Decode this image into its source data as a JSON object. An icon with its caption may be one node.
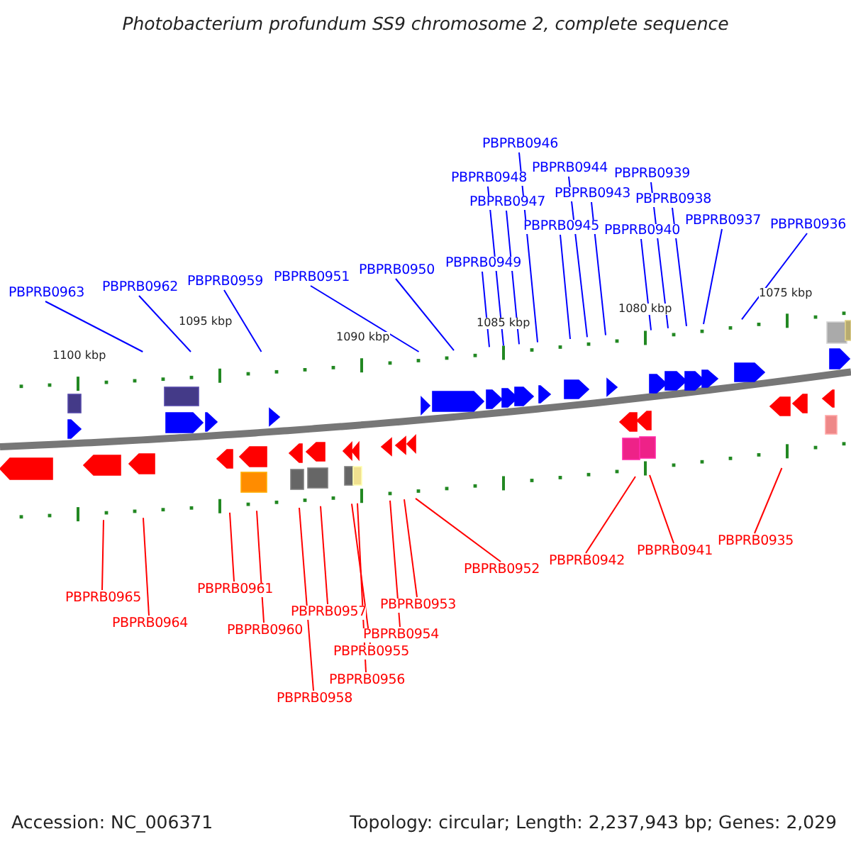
{
  "diagram": {
    "title": "Photobacterium profundum SS9 chromosome 2, complete sequence",
    "nodes": [
      {
        "text": [
          "PBPRB0946"
        ]
      },
      {
        "text": [
          "PBPRB0944"
        ]
      },
      {
        "text": [
          "PBPRB0939"
        ]
      },
      {
        "text": [
          "PBPRB0948"
        ]
      },
      {
        "text": [
          "PBPRB0943"
        ]
      },
      {
        "text": [
          "PBPRB0938"
        ]
      },
      {
        "text": [
          "PBPRB0947"
        ]
      },
      {
        "text": [
          "PBPRB0937"
        ]
      },
      {
        "text": [
          "PBPRB0936"
        ]
      },
      {
        "text": [
          "PBPRB0945"
        ]
      },
      {
        "text": [
          "PBPRB0940"
        ]
      },
      {
        "text": [
          "PBPRB0949"
        ]
      },
      {
        "text": [
          "PBPRB0950"
        ]
      },
      {
        "text": [
          "PBPRB0951"
        ]
      },
      {
        "text": [
          "PBPRB0959"
        ]
      },
      {
        "text": [
          "PBPRB0962"
        ]
      },
      {
        "text": [
          "PBPRB0963"
        ]
      },
      {
        "text": [
          "PBPRB0935"
        ]
      },
      {
        "text": [
          "PBPRB0941"
        ]
      },
      {
        "text": [
          "PBPRB0942"
        ]
      },
      {
        "text": [
          "PBPRB0952"
        ]
      },
      {
        "text": [
          "PBPRB0961"
        ]
      },
      {
        "text": [
          "PBPRB0965"
        ]
      },
      {
        "text": [
          "PBPRB0953"
        ]
      },
      {
        "text": [
          "PBPRB0957"
        ]
      },
      {
        "text": [
          "PBPRB0964"
        ]
      },
      {
        "text": [
          "PBPRB0960"
        ]
      },
      {
        "text": [
          "PBPRB0954"
        ]
      },
      {
        "text": [
          "PBPRB0955"
        ]
      },
      {
        "text": [
          "PBPRB0956"
        ]
      },
      {
        "text": [
          "PBPRB0958"
        ]
      }
    ],
    "edges": [
      {
        "from": 0,
        "to": null,
        "arrow": "none"
      },
      {
        "from": 1,
        "to": null,
        "arrow": "none"
      },
      {
        "from": 2,
        "to": null,
        "arrow": "none"
      },
      {
        "from": 3,
        "to": null,
        "arrow": "none"
      },
      {
        "from": 4,
        "to": null,
        "arrow": "none"
      },
      {
        "from": 5,
        "to": null,
        "arrow": "none"
      },
      {
        "from": 6,
        "to": null,
        "arrow": "none"
      },
      {
        "from": 7,
        "to": null,
        "arrow": "none"
      },
      {
        "from": 8,
        "to": null,
        "arrow": "none"
      },
      {
        "from": 9,
        "to": null,
        "arrow": "none"
      },
      {
        "from": 10,
        "to": null,
        "arrow": "none"
      },
      {
        "from": 11,
        "to": null,
        "arrow": "none"
      },
      {
        "from": 12,
        "to": null,
        "arrow": "none"
      },
      {
        "from": 13,
        "to": null,
        "arrow": "none"
      },
      {
        "from": 14,
        "to": null,
        "arrow": "none"
      },
      {
        "from": 15,
        "to": null,
        "arrow": "none"
      },
      {
        "from": 16,
        "to": null,
        "arrow": "none"
      },
      {
        "from": 17,
        "to": null,
        "arrow": "none",
        "color": "#ff0000"
      },
      {
        "from": 18,
        "to": null,
        "arrow": "none",
        "color": "#ff0000"
      },
      {
        "from": 19,
        "to": null,
        "arrow": "none",
        "color": "#ff0000"
      },
      {
        "from": 20,
        "to": null,
        "arrow": "none",
        "color": "#ff0000"
      },
      {
        "from": 21,
        "to": null,
        "arrow": "none",
        "color": "#ff0000"
      },
      {
        "from": 22,
        "to": null,
        "arrow": "none",
        "color": "#ff0000"
      },
      {
        "from": 23,
        "to": null,
        "arrow": "none",
        "color": "#ff0000"
      },
      {
        "from": 24,
        "to": null,
        "arrow": "none",
        "color": "#ff0000"
      },
      {
        "from": 25,
        "to": null,
        "arrow": "none",
        "color": "#ff0000"
      },
      {
        "from": 26,
        "to": null,
        "arrow": "none",
        "color": "#ff0000"
      },
      {
        "from": 27,
        "to": null,
        "arrow": "none",
        "color": "#ff0000"
      },
      {
        "from": 28,
        "to": null,
        "arrow": "none",
        "color": "#ff0000"
      },
      {
        "from": 29,
        "to": null,
        "arrow": "none",
        "color": "#ff0000"
      },
      {
        "from": 30,
        "to": null,
        "arrow": "none",
        "color": "#ff0000"
      }
    ],
    "labels": [
      "1075 kbp",
      "1080 kbp",
      "1085 kbp",
      "1090 kbp",
      "1095 kbp",
      "1100 kbp",
      "Accession: NC_006371",
      "Topology: circular; Length: 2,237,943 bp; Genes: 2,029"
    ]
  }
}
